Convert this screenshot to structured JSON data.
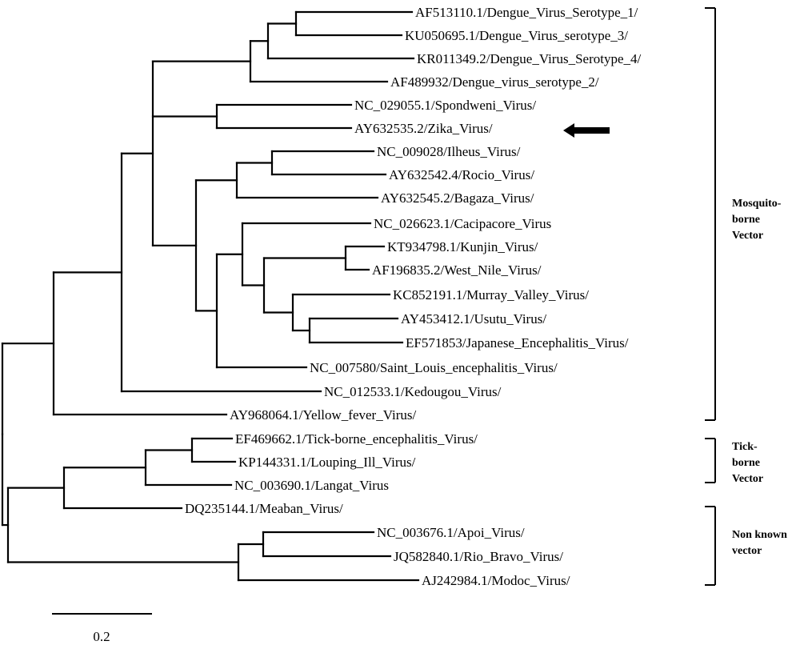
{
  "tree": {
    "taxa": [
      "AF513110.1/Dengue_Virus_Serotype_1/",
      "KU050695.1/Dengue_Virus_serotype_3/",
      "KR011349.2/Dengue_Virus_Serotype_4/",
      "AF489932/Dengue_virus_serotype_2/",
      "NC_029055.1/Spondweni_Virus/",
      "AY632535.2/Zika_Virus/",
      "NC_009028/Ilheus_Virus/",
      "AY632542.4/Rocio_Virus/",
      "AY632545.2/Bagaza_Virus/",
      "NC_026623.1/Cacipacore_Virus",
      "KT934798.1/Kunjin_Virus/",
      "AF196835.2/West_Nile_Virus/",
      "KC852191.1/Murray_Valley_Virus/",
      "AY453412.1/Usutu_Virus/",
      "EF571853/Japanese_Encephalitis_Virus/",
      "NC_007580/Saint_Louis_encephalitis_Virus/",
      "NC_012533.1/Kedougou_Virus/",
      "AY968064.1/Yellow_fever_Virus/",
      "EF469662.1/Tick-borne_encephalitis_Virus/",
      "KP144331.1/Louping_Ill_Virus/",
      "NC_003690.1/Langat_Virus",
      "DQ235144.1/Meaban_Virus/",
      "NC_003676.1/Apoi_Virus/",
      "JQ582840.1/Rio_Bravo_Virus/",
      "AJ242984.1/Modoc_Virus/"
    ],
    "highlighted_taxon": "AY632535.2/Zika_Virus/",
    "groups": [
      {
        "lines": [
          "Mosquito-",
          "borne",
          "Vector"
        ]
      },
      {
        "lines": [
          "Tick-",
          "borne",
          "Vector"
        ]
      },
      {
        "lines": [
          "Non known",
          "vector"
        ]
      }
    ],
    "scale_bar": {
      "value": 0.2,
      "label": "0.2"
    }
  }
}
